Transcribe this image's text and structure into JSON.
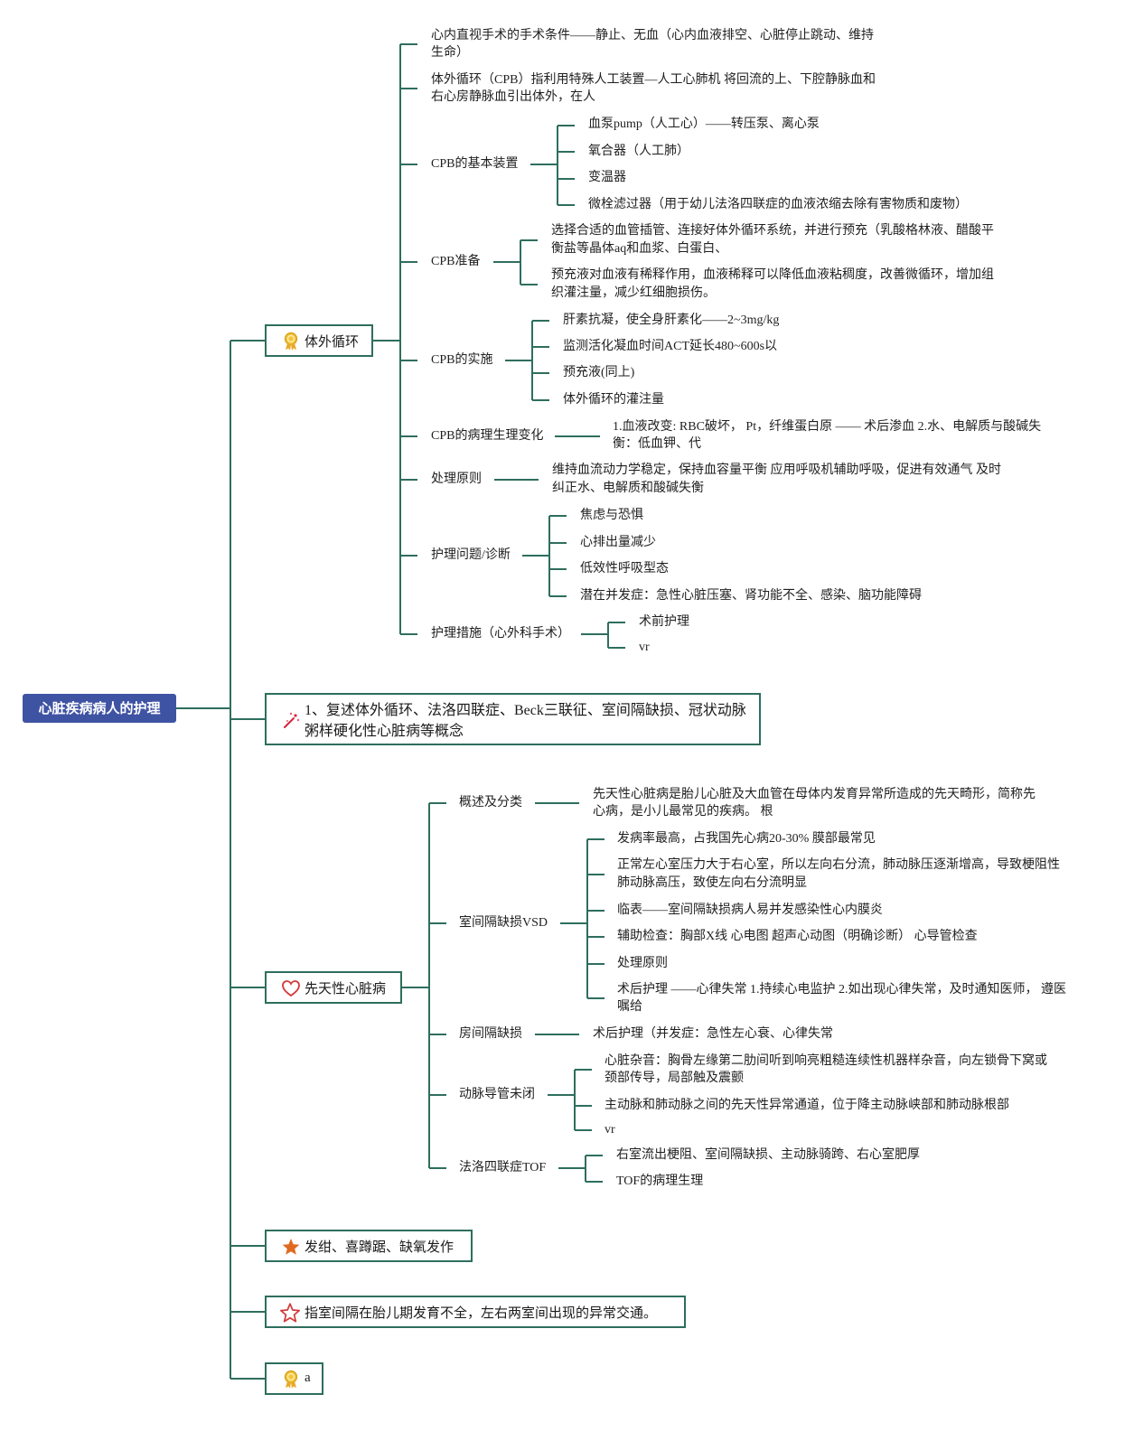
{
  "root": "心脏疾病病人的护理",
  "branches": {
    "cpb": {
      "title": "体外循环",
      "icon": "ribbon-badge-icon",
      "definition1": [
        "心内直视手术的手术条件——静止、无血（心内血液排空、心脏停止跳动、维持",
        "生命）"
      ],
      "definition2": [
        "体外循环（CPB）指利用特殊人工装置—人工心肺机 将回流的上、下腔静脉血和",
        "右心房静脉血引出体外，在人"
      ],
      "devices": {
        "label": "CPB的基本装置",
        "items": [
          "血泵pump（人工心）——转压泵、离心泵",
          "氧合器（人工肺）",
          "变温器",
          "微栓滤过器（用于幼儿法洛四联症的血液浓缩去除有害物质和废物）"
        ]
      },
      "prep": {
        "label": "CPB准备",
        "items": [
          [
            "选择合适的血管插管、连接好体外循环系统，并进行预充（乳酸格林液、醋酸平",
            "衡盐等晶体aq和血浆、白蛋白、"
          ],
          [
            "预充液对血液有稀释作用，血液稀释可以降低血液粘稠度，改善微循环，增加组",
            "织灌注量，减少红细胞损伤。"
          ]
        ]
      },
      "impl": {
        "label": "CPB的实施",
        "items": [
          "肝素抗凝，使全身肝素化——2~3mg/kg",
          "监测活化凝血时间ACT延长480~600s以",
          "预充液(同上)",
          "体外循环的灌注量"
        ]
      },
      "patho": {
        "label": "CPB的病理生理变化",
        "text": [
          "1.血液改变: RBC破坏， Pt，纤维蛋白原 —— 术后渗血 2.水、电解质与酸碱失",
          "衡：低血钾、代"
        ]
      },
      "principle": {
        "label": "处理原则",
        "text": [
          "维持血流动力学稳定，保持血容量平衡 应用呼吸机辅助呼吸，促进有效通气 及时",
          "纠正水、电解质和酸碱失衡"
        ]
      },
      "problems": {
        "label": "护理问题/诊断",
        "items": [
          "焦虑与恐惧",
          "心排出量减少",
          "低效性呼吸型态",
          "潜在并发症：急性心脏压塞、肾功能不全、感染、脑功能障碍"
        ]
      },
      "measures": {
        "label": "护理措施（心外科手术）",
        "items": [
          "术前护理",
          "vr"
        ]
      }
    },
    "review": {
      "icon": "sparkle-wand-icon",
      "lines": [
        "1、复述体外循环、法洛四联症、Beck三联征、室间隔缺损、冠状动脉",
        "粥样硬化性心脏病等概念"
      ]
    },
    "chd": {
      "title": "先天性心脏病",
      "icon": "heart-outline-icon",
      "overview": {
        "label": "概述及分类",
        "text": [
          "先天性心脏病是胎儿心脏及大血管在母体内发育异常所造成的先天畸形，简称先",
          "心病，是小儿最常见的疾病。 根"
        ]
      },
      "vsd": {
        "label": "室间隔缺损VSD",
        "items": [
          [
            "发病率最高，占我国先心病20-30% 膜部最常见"
          ],
          [
            "正常左心室压力大于右心室，所以左向右分流，肺动脉压逐渐增高，导致梗阻性",
            "肺动脉高压，致使左向右分流明显"
          ],
          [
            "临表——室间隔缺损病人易并发感染性心内膜炎"
          ],
          [
            "辅助检查：胸部X线 心电图 超声心动图（明确诊断） 心导管检查"
          ],
          [
            "处理原则"
          ],
          [
            "术后护理 ——心律失常 1.持续心电监护 2.如出现心律失常，及时通知医师， 遵医",
            "嘱给"
          ]
        ]
      },
      "asd": {
        "label": "房间隔缺损",
        "text": "术后护理（并发症：急性左心衰、心律失常"
      },
      "pda": {
        "label": "动脉导管未闭",
        "items": [
          [
            "心脏杂音：胸骨左缘第二肋间听到响亮粗糙连续性机器样杂音，向左锁骨下窝或",
            "颈部传导，局部触及震颤"
          ],
          [
            "主动脉和肺动脉之间的先天性异常通道，位于降主动脉峡部和肺动脉根部"
          ],
          [
            "vr"
          ]
        ]
      },
      "tof": {
        "label": "法洛四联症TOF",
        "items": [
          "右室流出梗阻、室间隔缺损、主动脉骑跨、右心室肥厚",
          "TOF的病理生理"
        ]
      }
    },
    "cyanosis": {
      "title": "发绀、喜蹲踞、缺氧发作",
      "icon": "star-filled-icon",
      "color": "#e06a1f"
    },
    "vsd_def": {
      "title": "指室间隔在胎儿期发育不全，左右两室间出现的异常交通。",
      "icon": "star-outline-icon",
      "color": "#d23a3a"
    },
    "a": {
      "title": "a",
      "icon": "ribbon-badge-icon"
    }
  }
}
